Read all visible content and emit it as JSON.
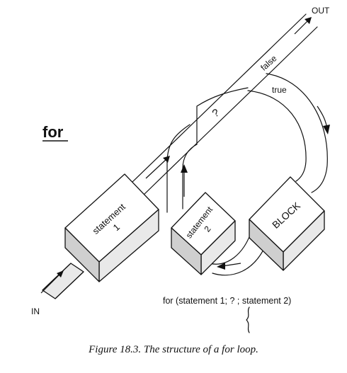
{
  "diagram": {
    "keyword": "for",
    "labels": {
      "in": "IN",
      "out": "OUT",
      "false": "false",
      "true": "true",
      "condition": "?"
    },
    "boxes": {
      "statement1": {
        "line1": "statement",
        "line2": "1"
      },
      "statement2": {
        "line1": "statement",
        "line2": "2"
      },
      "block": {
        "label": "BLOCK"
      }
    },
    "syntax": {
      "line": "for (statement 1; ? ; statement 2)"
    }
  },
  "caption": "Figure 18.3. The structure of a for loop."
}
